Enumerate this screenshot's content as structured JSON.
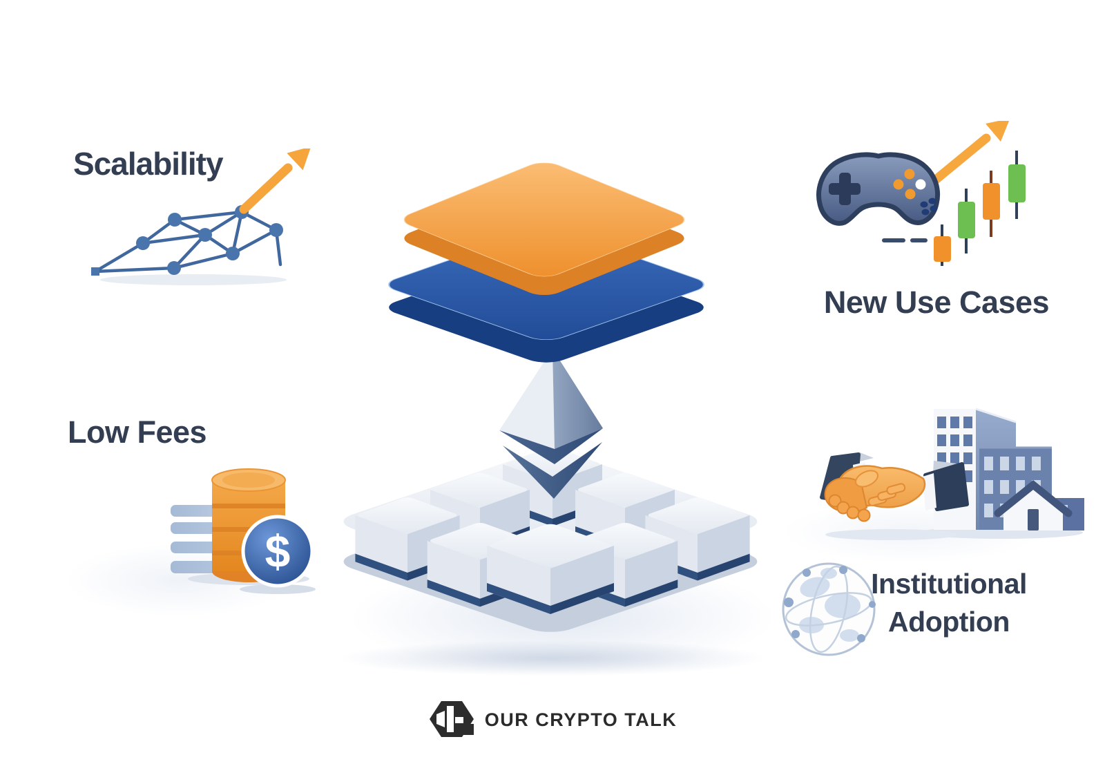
{
  "page": {
    "background": "#FFFFFF",
    "type": "crypto-infographic"
  },
  "sections": {
    "scalability": {
      "label": "Scalability",
      "icon": "network-growth-icon"
    },
    "new_use_cases": {
      "label": "New Use Cases",
      "icons": [
        "game-controller-icon",
        "trend-arrow-icon",
        "candlestick-chart-icon"
      ]
    },
    "low_fees": {
      "label": "Low Fees",
      "dollar_symbol": "$",
      "icons": [
        "bar-stack-icon",
        "coin-stack-icon",
        "dollar-badge-icon"
      ]
    },
    "institutional_adoption": {
      "label_line1": "Institutional",
      "label_line2": "Adoption",
      "icons": [
        "handshake-icon",
        "office-building-icon",
        "house-icon",
        "globe-network-icon"
      ]
    }
  },
  "center": {
    "illustration": "ethereum-layers-illustration",
    "elements": [
      "orange-layer",
      "blue-layer",
      "ethereum-logo",
      "cube-grid-platform"
    ]
  },
  "footer": {
    "brand": "OUR CRYPTO TALK",
    "logo": "hexagon-logo-icon"
  },
  "colors": {
    "accent_orange": "#F29C3A",
    "layer_blue": "#2B59A6",
    "slate_text": "#333E52",
    "node_blue": "#4A74AC",
    "candle_green": "#6CBF50",
    "candle_orange": "#F0912C",
    "cube_navy_base": "#2E4B78",
    "brand_dark": "#2D2D2D"
  }
}
